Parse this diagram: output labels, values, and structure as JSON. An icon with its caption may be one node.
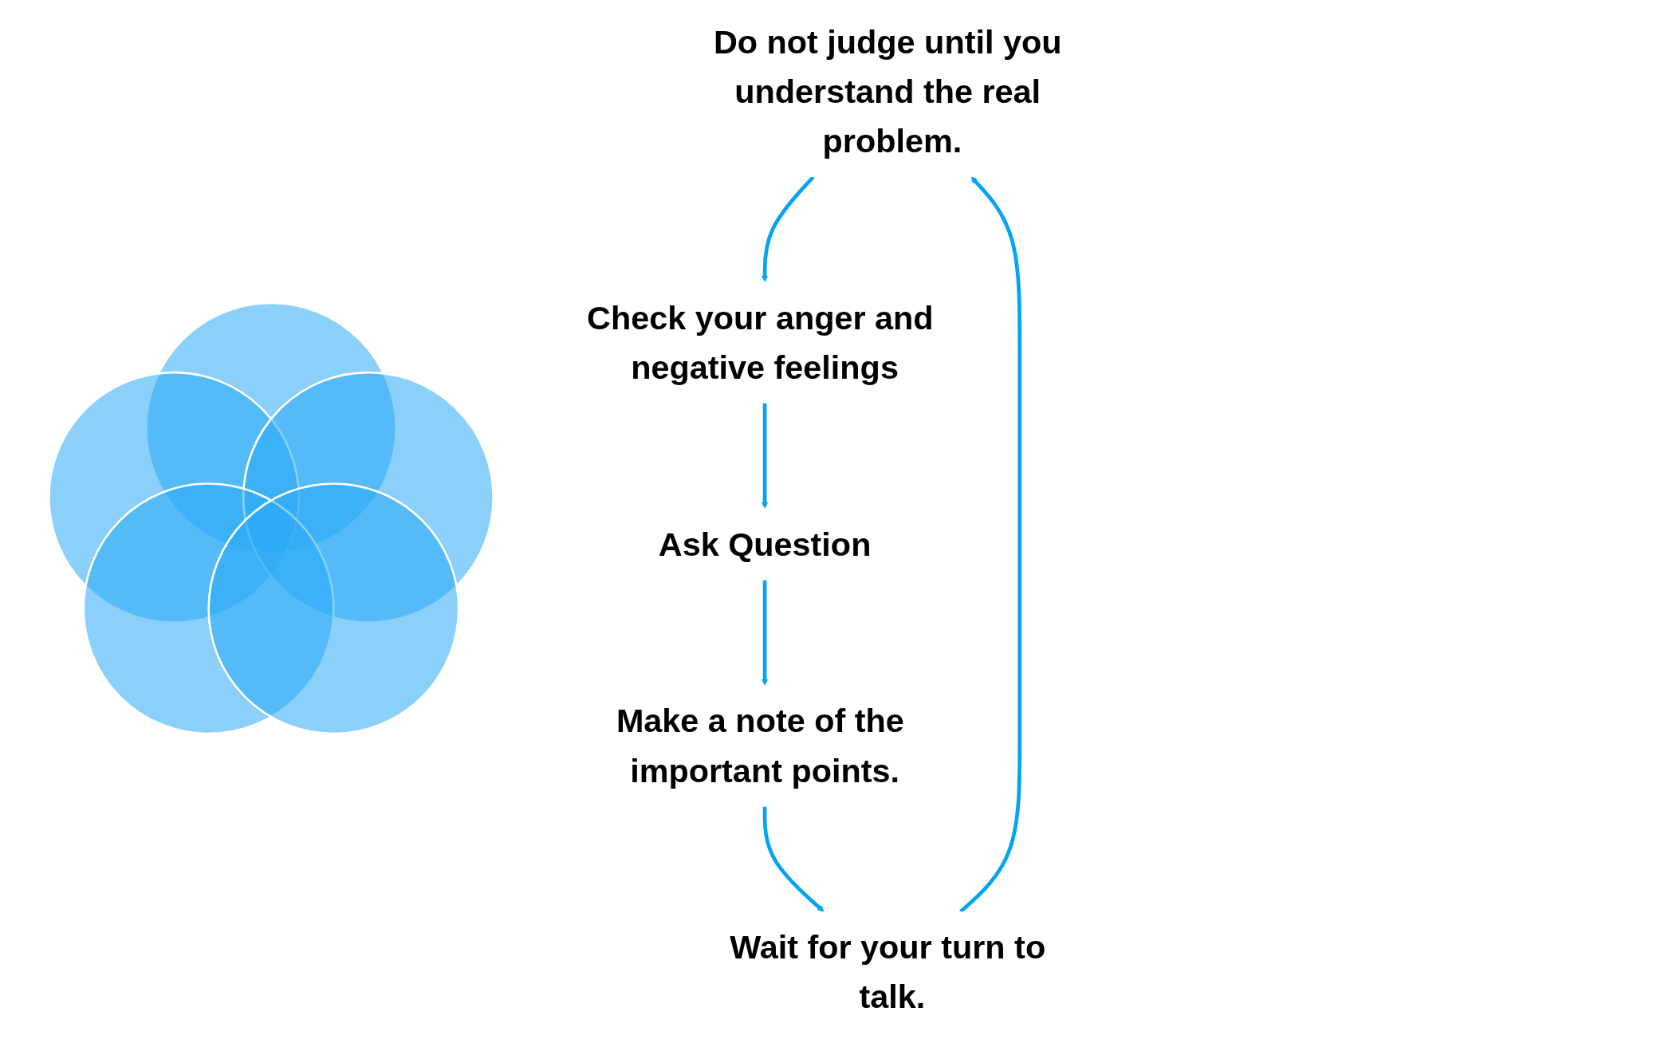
{
  "diagram": {
    "nodes": [
      {
        "text": [
          "Do not judge until you understand the real problem."
        ]
      },
      {
        "text": [
          "Check your anger and negative feelings"
        ]
      },
      {
        "text": [
          "Ask Question"
        ]
      },
      {
        "text": [
          "Make a note of the important points."
        ]
      },
      {
        "text": [
          "Wait for your turn to talk."
        ]
      }
    ],
    "edges": [
      {
        "from": 0,
        "to": 1,
        "arrow": "to"
      },
      {
        "from": 1,
        "to": 2,
        "arrow": "to"
      },
      {
        "from": 2,
        "to": 3,
        "arrow": "to"
      },
      {
        "from": 3,
        "to": 4,
        "arrow": "to"
      },
      {
        "from": 4,
        "to": 0,
        "arrow": "to"
      }
    ]
  }
}
